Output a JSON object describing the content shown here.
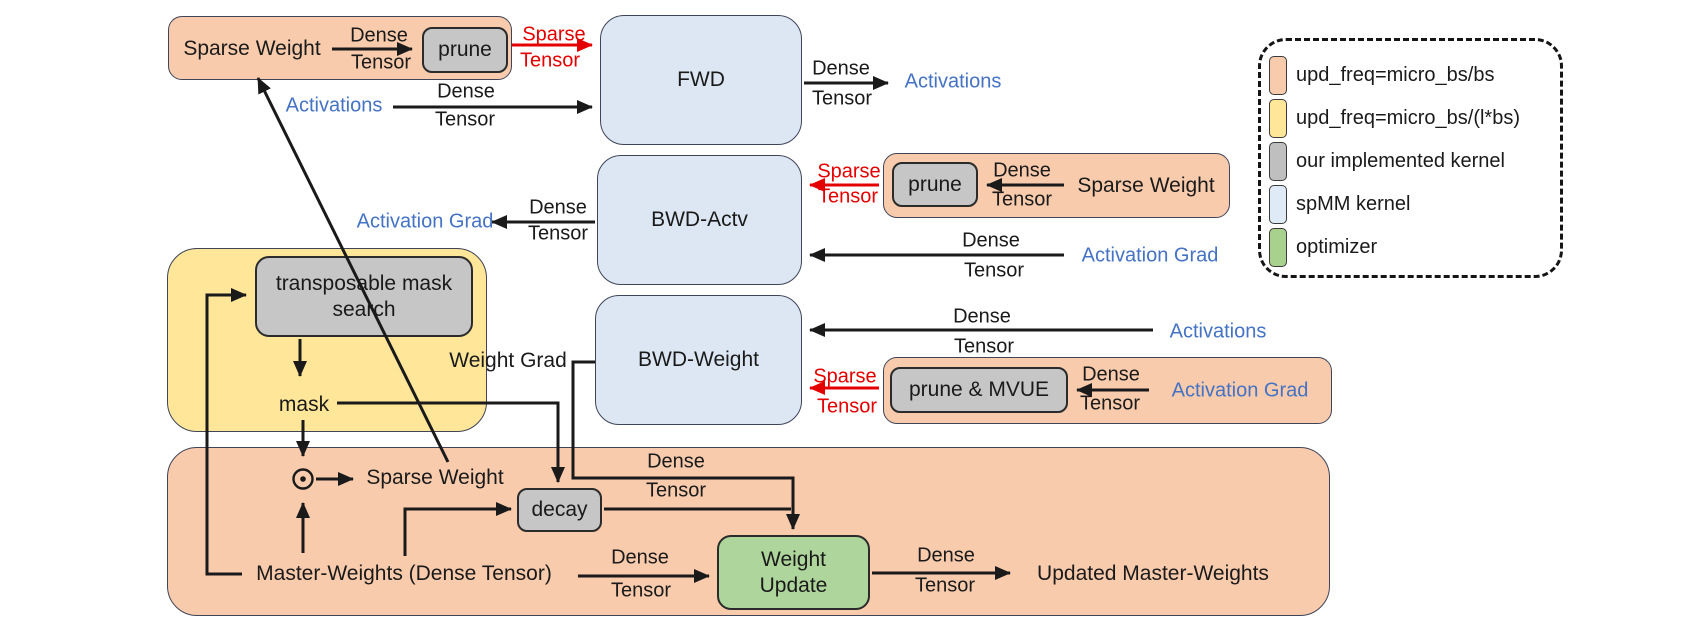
{
  "palette": {
    "peach": "#F8CBAD",
    "yellow": "#FFE699",
    "gray": "#C6C6C6",
    "blue": "#DCE7F3",
    "green": "#AED59B",
    "edge": "#3F4458",
    "black": "#1a1a1a",
    "red": "#E50000",
    "blue_text": "#4472C4"
  },
  "labels": {
    "dense": "Dense",
    "tensor": "Tensor",
    "sparse": "Sparse",
    "activations": "Activations",
    "activation_grad": "Activation Grad",
    "sparse_weight": "Sparse Weight",
    "weight_grad": "Weight Grad",
    "mask": "mask",
    "odot": "⊙",
    "master_weights": "Master-Weights (Dense Tensor)",
    "updated_master_weights": "Updated Master-Weights"
  },
  "nodes": {
    "fwd": "FWD",
    "bwd_actv": "BWD-Actv",
    "bwd_weight": "BWD-Weight",
    "prune": "prune",
    "prune_mvue": "prune & MVUE",
    "transposable_mask_search": "transposable mask\nsearch",
    "decay": "decay",
    "weight_update": "Weight\nUpdate"
  },
  "legend": {
    "items": [
      {
        "label": "upd_freq=micro_bs/bs",
        "color": "#F8CBAD"
      },
      {
        "label": "upd_freq=micro_bs/(l*bs)",
        "color": "#FFE699"
      },
      {
        "label": "our implemented kernel",
        "color": "#BFBFBF"
      },
      {
        "label": "spMM kernel",
        "color": "#DEEAF6"
      },
      {
        "label": "optimizer",
        "color": "#A9D18E"
      }
    ]
  }
}
